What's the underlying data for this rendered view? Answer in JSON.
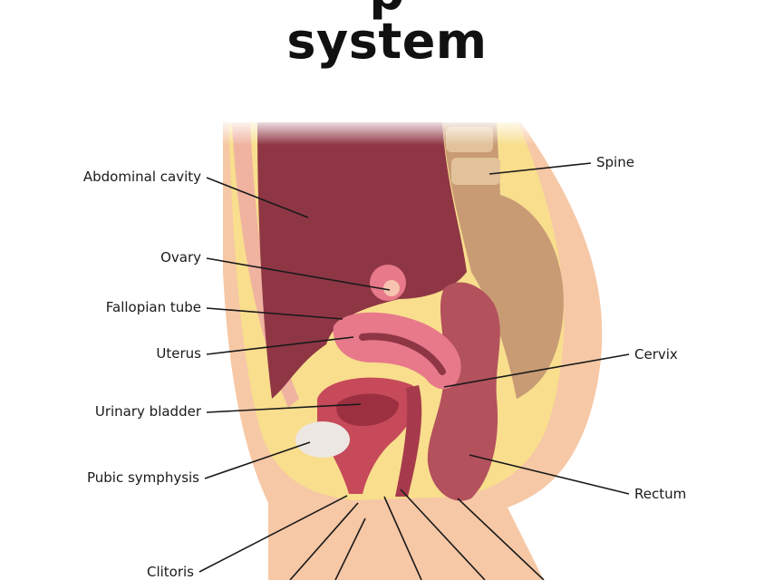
{
  "title": {
    "line1_partial": "p",
    "line2": "system"
  },
  "labels": {
    "abdominal_cavity": "Abdominal cavity",
    "ovary": "Ovary",
    "fallopian_tube": "Fallopian tube",
    "uterus": "Uterus",
    "urinary_bladder": "Urinary bladder",
    "pubic_symphysis": "Pubic symphysis",
    "clitoris": "Clitoris",
    "spine": "Spine",
    "cervix": "Cervix",
    "rectum": "Rectum"
  },
  "colors": {
    "skin": "#f6c8a6",
    "fat": "#f8de8d",
    "muscle": "#efb3a0",
    "cavity": "#8f3645",
    "uterus": "#e7798a",
    "bladder": "#c64a5a",
    "spine": "#e2c29a",
    "rectum": "#b3515d"
  }
}
